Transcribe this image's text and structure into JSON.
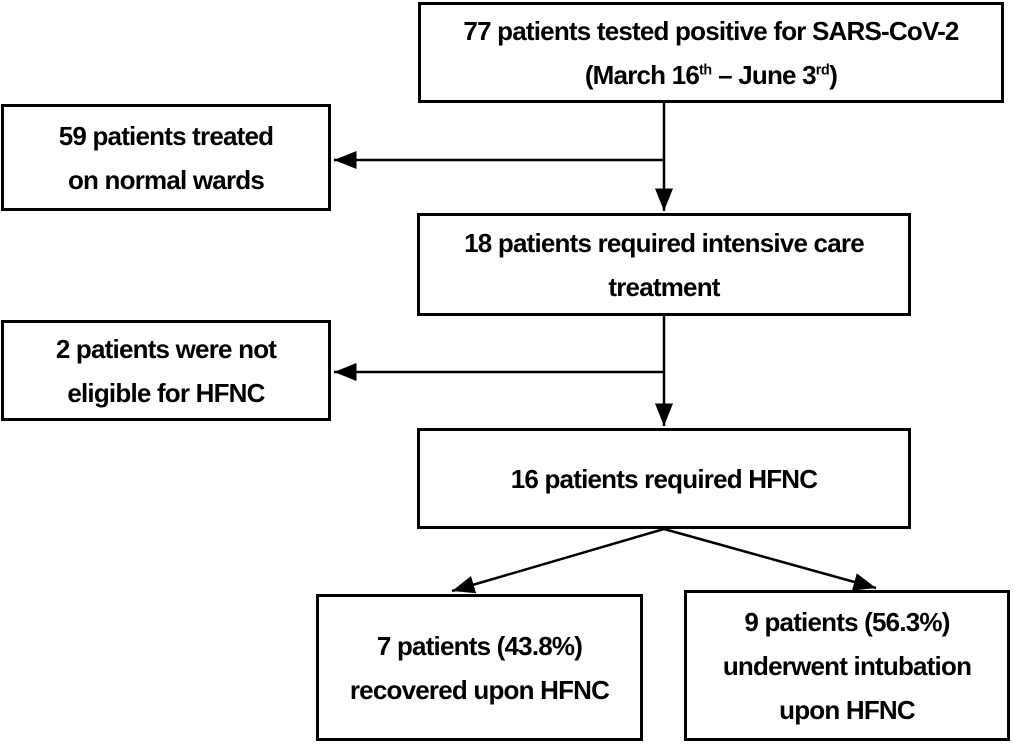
{
  "diagram": {
    "type": "patient-flowchart",
    "colors": {
      "background": "#ffffff",
      "box_border": "#000000",
      "text": "#000000",
      "arrow": "#000000"
    },
    "boxes": {
      "positive": {
        "line1": "77 patients tested positive for SARS-CoV-2",
        "date": {
          "prefix": "(March 16",
          "sup1": "th",
          "mid": " – June 3",
          "sup2": "rd",
          "suffix": ")"
        }
      },
      "normal_wards": {
        "line1": "59 patients treated",
        "line2": "on normal wards"
      },
      "icu": {
        "line1": "18 patients required intensive care",
        "line2": "treatment"
      },
      "not_eligible": {
        "line1": "2 patients were not",
        "line2": "eligible for HFNC"
      },
      "hfnc": {
        "line1": "16 patients required HFNC"
      },
      "recovered": {
        "line1": "7 patients (43.8%)",
        "line2": "recovered upon HFNC"
      },
      "intubation": {
        "line1": "9 patients (56.3%)",
        "line2": "underwent intubation",
        "line3": "upon HFNC"
      }
    },
    "edges": [
      {
        "from": "positive",
        "to": "icu"
      },
      {
        "from": "positive",
        "to": "normal_wards"
      },
      {
        "from": "icu",
        "to": "hfnc"
      },
      {
        "from": "icu",
        "to": "not_eligible"
      },
      {
        "from": "hfnc",
        "to": "recovered"
      },
      {
        "from": "hfnc",
        "to": "intubation"
      }
    ]
  }
}
